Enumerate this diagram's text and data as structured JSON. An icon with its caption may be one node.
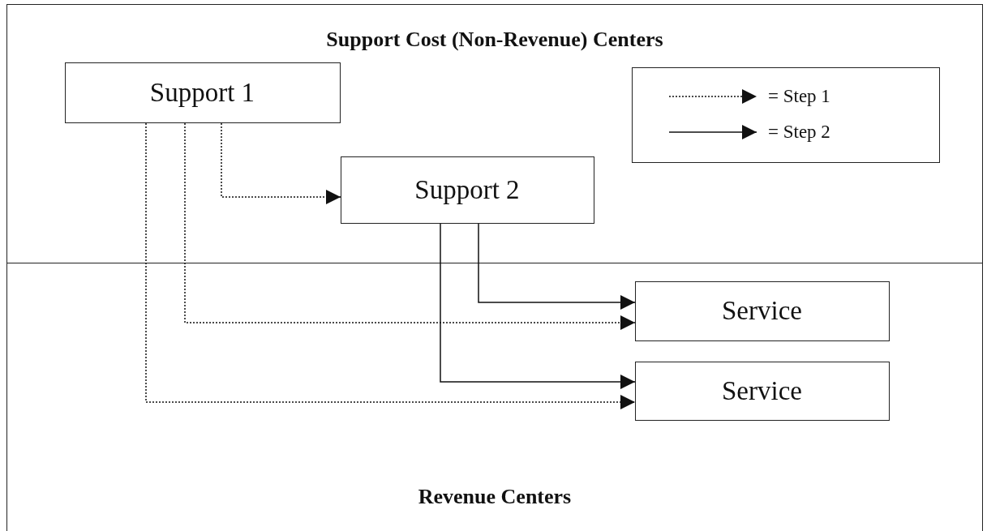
{
  "diagram": {
    "nodes": [
      {
        "text": [
          "Support Cost (Non-Revenue) Centers"
        ]
      },
      {
        "text": [
          "Support 1"
        ],
        "in": 0
      },
      {
        "text": [
          "Support 2"
        ],
        "in": 0
      },
      {
        "text": [
          "Revenue Centers"
        ]
      },
      {
        "text": [
          "Service"
        ],
        "in": 3
      },
      {
        "text": [
          "Service"
        ],
        "in": 3
      }
    ],
    "edges": [
      {
        "from": 1,
        "to": 2,
        "arrow": "to",
        "style": "dashed"
      },
      {
        "from": 1,
        "to": 4,
        "arrow": "to",
        "style": "dashed"
      },
      {
        "from": 1,
        "to": 5,
        "arrow": "to",
        "style": "dashed"
      },
      {
        "from": 2,
        "to": 4,
        "arrow": "to"
      },
      {
        "from": 2,
        "to": 5,
        "arrow": "to"
      }
    ],
    "legend": [
      {
        "text": "= Step 1"
      },
      {
        "text": "= Step 2"
      }
    ]
  }
}
